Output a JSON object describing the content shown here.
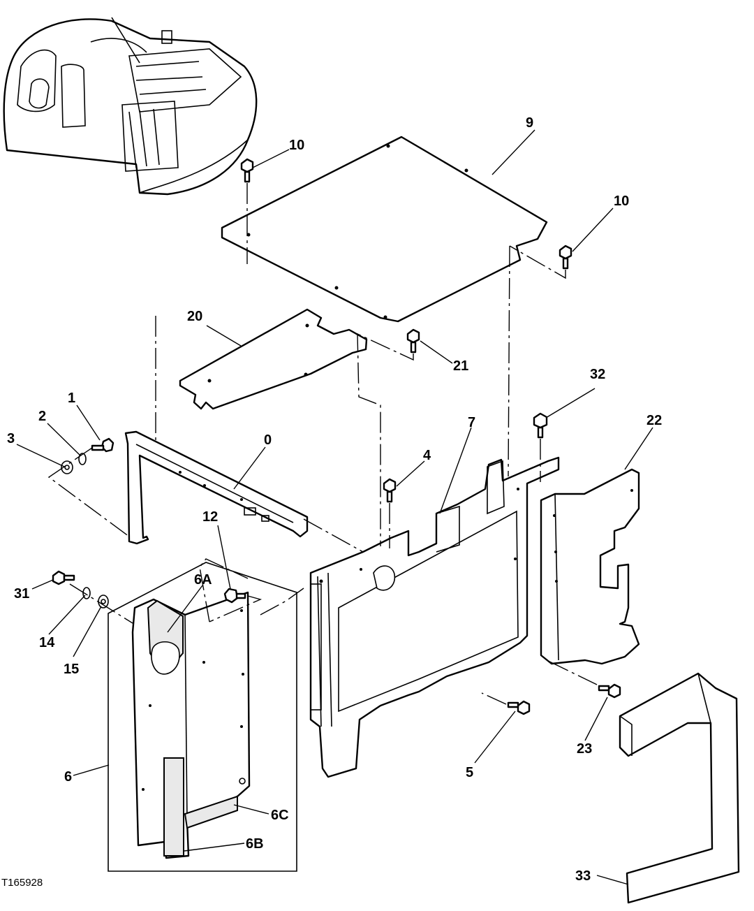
{
  "figure_id": "T165928",
  "callouts": [
    {
      "id": "c0",
      "text": "0"
    },
    {
      "id": "c1",
      "text": "1"
    },
    {
      "id": "c2",
      "text": "2"
    },
    {
      "id": "c3",
      "text": "3"
    },
    {
      "id": "c4",
      "text": "4"
    },
    {
      "id": "c5",
      "text": "5"
    },
    {
      "id": "c6",
      "text": "6"
    },
    {
      "id": "c6A",
      "text": "6A"
    },
    {
      "id": "c6B",
      "text": "6B"
    },
    {
      "id": "c6C",
      "text": "6C"
    },
    {
      "id": "c7",
      "text": "7"
    },
    {
      "id": "c9",
      "text": "9"
    },
    {
      "id": "c10a",
      "text": "10"
    },
    {
      "id": "c10b",
      "text": "10"
    },
    {
      "id": "c12",
      "text": "12"
    },
    {
      "id": "c14",
      "text": "14"
    },
    {
      "id": "c15",
      "text": "15"
    },
    {
      "id": "c20",
      "text": "20"
    },
    {
      "id": "c21",
      "text": "21"
    },
    {
      "id": "c22",
      "text": "22"
    },
    {
      "id": "c23",
      "text": "23"
    },
    {
      "id": "c31",
      "text": "31"
    },
    {
      "id": "c32",
      "text": "32"
    },
    {
      "id": "c33",
      "text": "33"
    }
  ]
}
